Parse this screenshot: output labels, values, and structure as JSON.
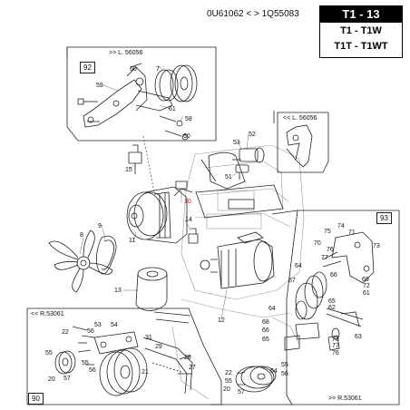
{
  "header": {
    "serial_range": "0U61062 < > 1Q55083",
    "group_code": "T1 - 13",
    "models": [
      "T1 - T1W",
      "T1T - T1WT"
    ]
  },
  "boxes": {
    "top_left": {
      "number": "92",
      "reference": ">> L. 56056"
    },
    "top_right": {
      "reference": "<< L. 56056"
    },
    "right": {
      "number": "93",
      "reference": ">> R.53061"
    },
    "bottom_left": {
      "number": "90",
      "reference": "<< R.53061"
    }
  },
  "part_numbers": {
    "box92": [
      "60",
      "7",
      "59",
      "61",
      "58",
      "60"
    ],
    "box_top_right": [
      "52",
      "53",
      "51"
    ],
    "main": [
      "15",
      "10",
      "14",
      "9",
      "8",
      "11",
      "13",
      "12"
    ],
    "box93": [
      "74",
      "71",
      "75",
      "76",
      "70",
      "73",
      "77",
      "72",
      "64",
      "66",
      "69",
      "61",
      "67",
      "65",
      "62",
      "64",
      "68",
      "66",
      "65",
      "63",
      "78",
      "77",
      "76",
      "55",
      "56",
      "54",
      "22",
      "55",
      "20",
      "57"
    ],
    "box90": [
      "53",
      "54",
      "56",
      "22",
      "31",
      "29",
      "28",
      "55",
      "55",
      "57",
      "20",
      "56",
      "21",
      "27"
    ]
  },
  "colors": {
    "highlight_part": "#dd1111",
    "line_art": "#222222"
  }
}
